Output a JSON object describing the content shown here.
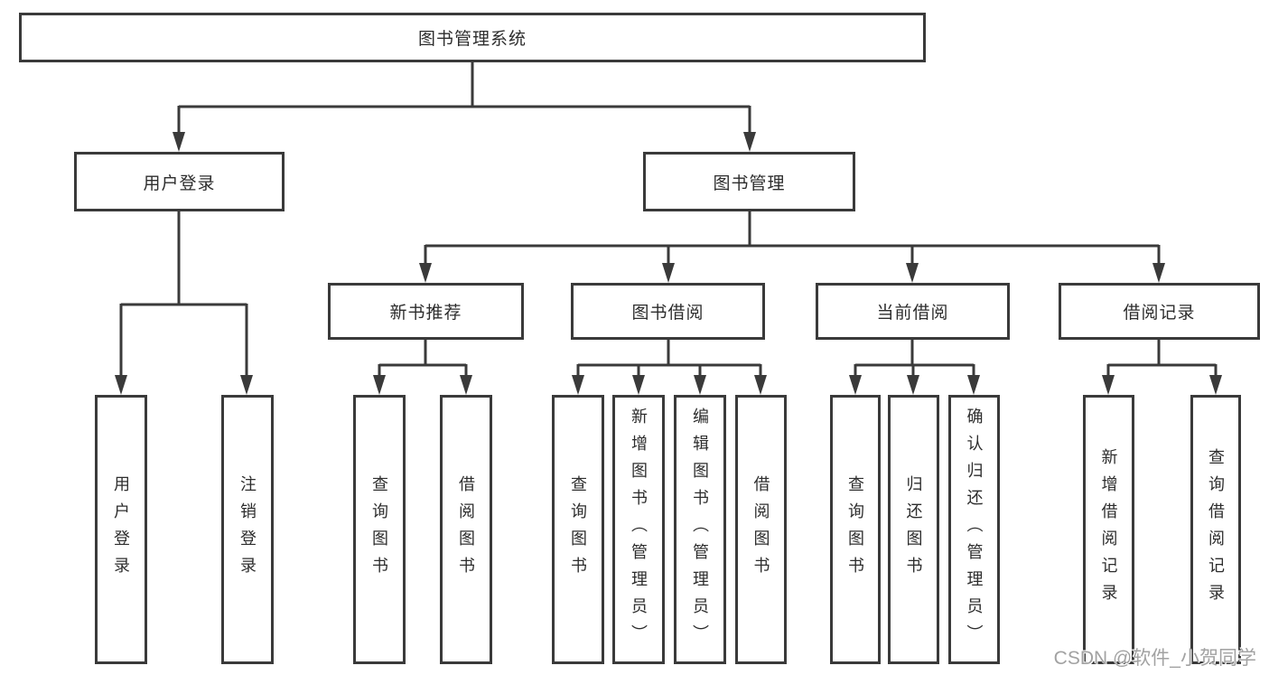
{
  "diagram": {
    "root": {
      "label": "图书管理系统"
    },
    "level2": [
      {
        "label": "用户登录"
      },
      {
        "label": "图书管理"
      }
    ],
    "level3": [
      {
        "label": "新书推荐"
      },
      {
        "label": "图书借阅"
      },
      {
        "label": "当前借阅"
      },
      {
        "label": "借阅记录"
      }
    ],
    "level4": [
      {
        "label": "用户登录"
      },
      {
        "label": "注销登录"
      },
      {
        "label": "查询图书"
      },
      {
        "label": "借阅图书"
      },
      {
        "label": "查询图书"
      },
      {
        "label": "新增图书（管理员）"
      },
      {
        "label": "编辑图书（管理员）"
      },
      {
        "label": "借阅图书"
      },
      {
        "label": "查询图书"
      },
      {
        "label": "归还图书"
      },
      {
        "label": "确认归还（管理员）"
      },
      {
        "label": "新增借阅记录"
      },
      {
        "label": "查询借阅记录"
      }
    ],
    "watermark": "CSDN @软件_小贺同学",
    "colors": {
      "line": "#3a3a3a",
      "text": "#2d2d2d",
      "background": "#ffffff",
      "watermark": "#a2a2a2"
    }
  }
}
